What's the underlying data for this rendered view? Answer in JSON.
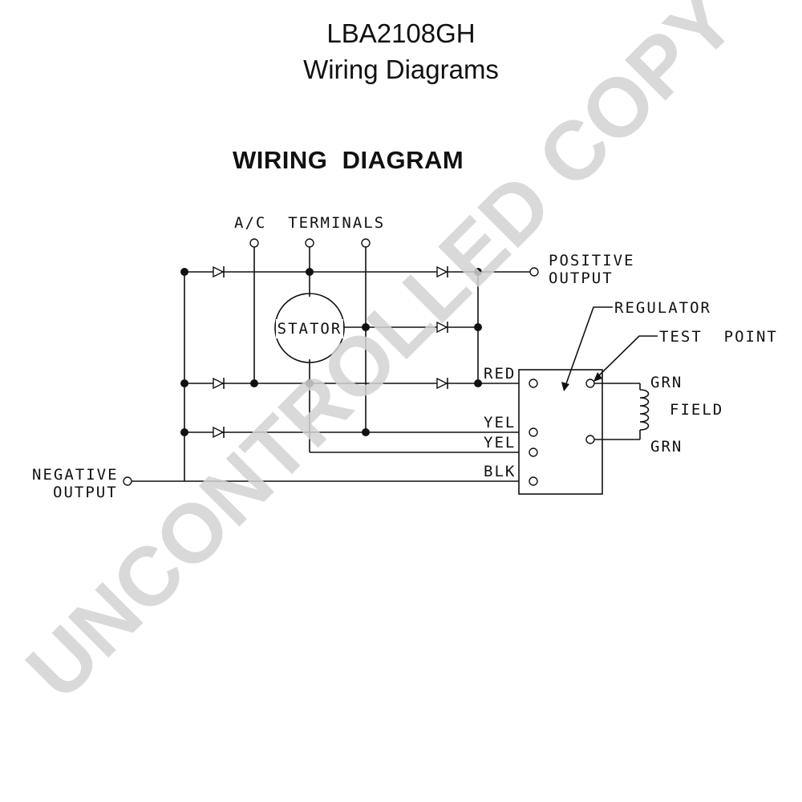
{
  "header": {
    "title": "LBA2108GH",
    "subtitle": "Wiring Diagrams"
  },
  "diagram": {
    "heading": "WIRING  DIAGRAM",
    "ac_terminals_label": "A/C  TERMINALS",
    "stator_label": "STATOR",
    "positive_output_label": [
      "POSITIVE",
      "OUTPUT"
    ],
    "negative_output_label": [
      "NEGATIVE",
      "OUTPUT"
    ],
    "regulator_label": "REGULATOR",
    "test_point_label": "TEST  POINT",
    "field_label": "FIELD",
    "wire_labels": {
      "red": "RED",
      "yel_1": "YEL",
      "yel_2": "YEL",
      "blk": "BLK",
      "grn_top": "GRN",
      "grn_bottom": "GRN"
    }
  },
  "watermark": {
    "text": "UNCONTROLLED COPY",
    "color": "#d3d3d3"
  },
  "colors": {
    "ink": "#111111",
    "background": "#ffffff"
  }
}
